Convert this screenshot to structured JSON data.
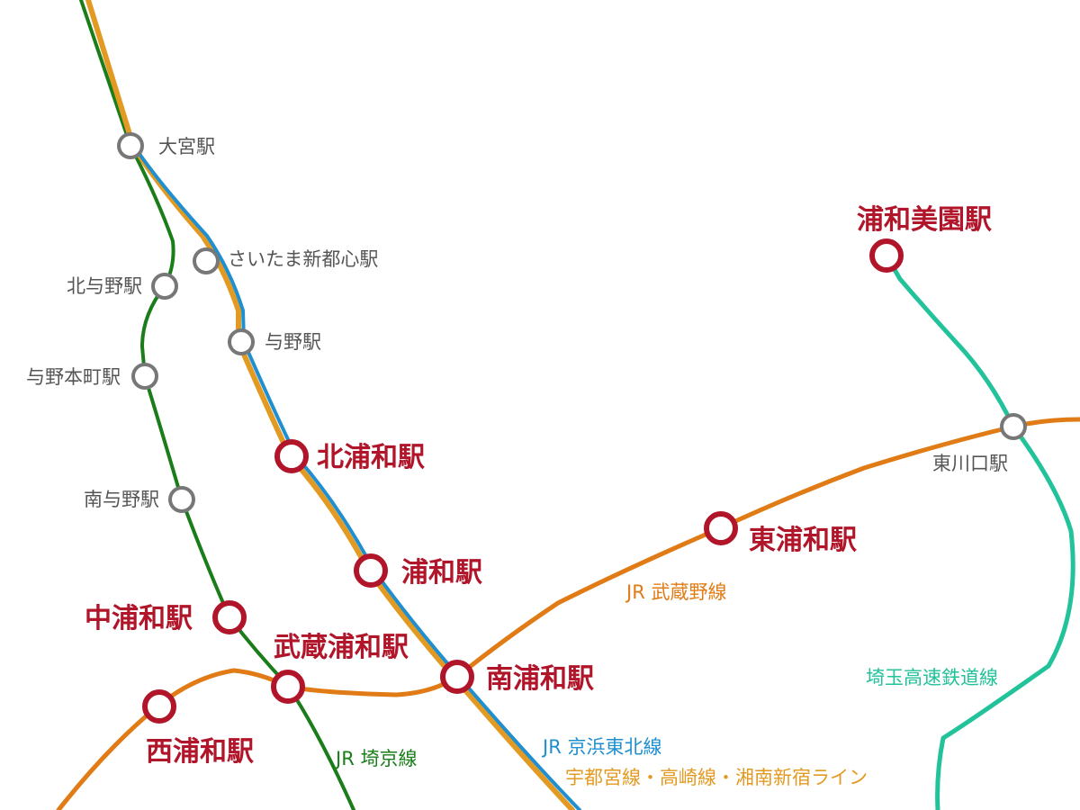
{
  "colors": {
    "saikyo": "#1a7d1a",
    "keihin_tohoku": "#1f8fd0",
    "utsunomiya": "#e39a22",
    "musashino": "#e07b16",
    "saitama_railway": "#22c29a",
    "major_station": "#b0152a",
    "minor_station": "#777777",
    "minor_text": "#555555"
  },
  "stations": {
    "omiya": "大宮駅",
    "saitama_shintoshin": "さいたま新都心駅",
    "kita_yono": "北与野駅",
    "yono": "与野駅",
    "yono_hommachi": "与野本町駅",
    "kita_urawa": "北浦和駅",
    "minami_yono": "南与野駅",
    "urawa": "浦和駅",
    "naka_urawa": "中浦和駅",
    "musashi_urawa": "武蔵浦和駅",
    "minami_urawa": "南浦和駅",
    "nishi_urawa": "西浦和駅",
    "higashi_urawa": "東浦和駅",
    "higashi_kawaguchi": "東川口駅",
    "urawa_misono": "浦和美園駅"
  },
  "lines": {
    "musashino": "JR 武蔵野線",
    "saikyo": "JR 埼京線",
    "keihin_tohoku": "JR 京浜東北線",
    "utsunomiya": "宇都宮線・高崎線・湘南新宿ライン",
    "saitama_railway": "埼玉高速鉄道線"
  }
}
